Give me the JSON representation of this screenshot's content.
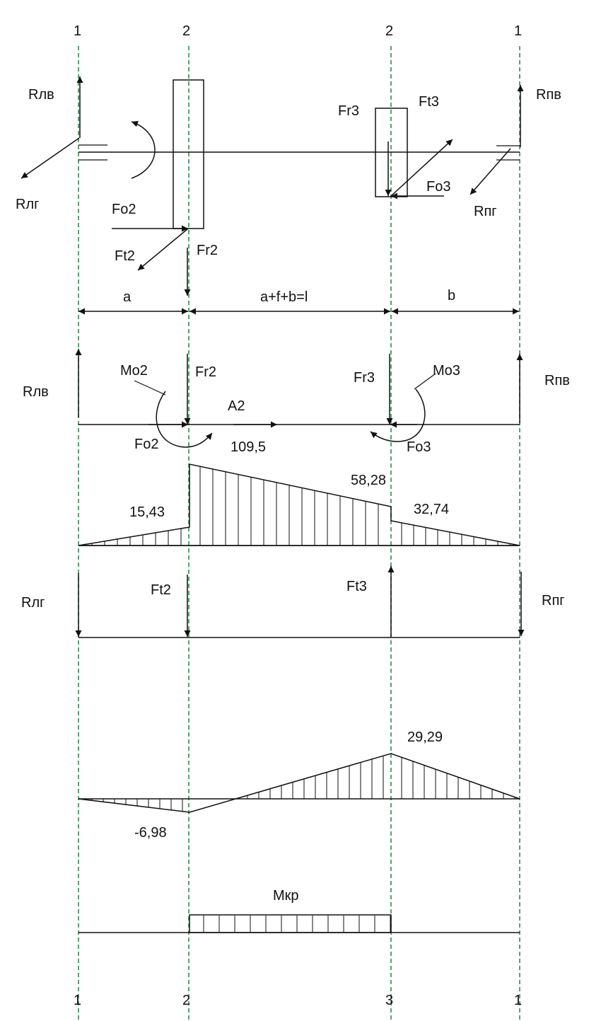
{
  "colors": {
    "ink": "#111111",
    "guide": "#2e8b57",
    "background": "#ffffff"
  },
  "sections_top": [
    "1",
    "2",
    "2",
    "1"
  ],
  "sections_bottom": [
    "1",
    "2",
    "3",
    "1"
  ],
  "forces": {
    "r_left_v": "Rлв",
    "r_left_h": "Rлг",
    "r_right_v": "Rпв",
    "r_right_h": "Rпг",
    "fo2": "Fo2",
    "ft2": "Ft2",
    "fr2": "Fr2",
    "fr3": "Fr3",
    "ft3": "Ft3",
    "fo3": "Fo3",
    "mo2": "Mo2",
    "mo3": "Mo3",
    "a2": "A2"
  },
  "dimensions": {
    "a": "a",
    "middle": "a+f+b=l",
    "b": "b"
  },
  "vertical_moment": {
    "v1": "15,43",
    "v2": "109,5",
    "v3": "58,28",
    "v4": "32,74"
  },
  "horizontal_moment": {
    "v1": "-6,98",
    "v2": "29,29"
  },
  "torque": {
    "label": "Мкр"
  }
}
